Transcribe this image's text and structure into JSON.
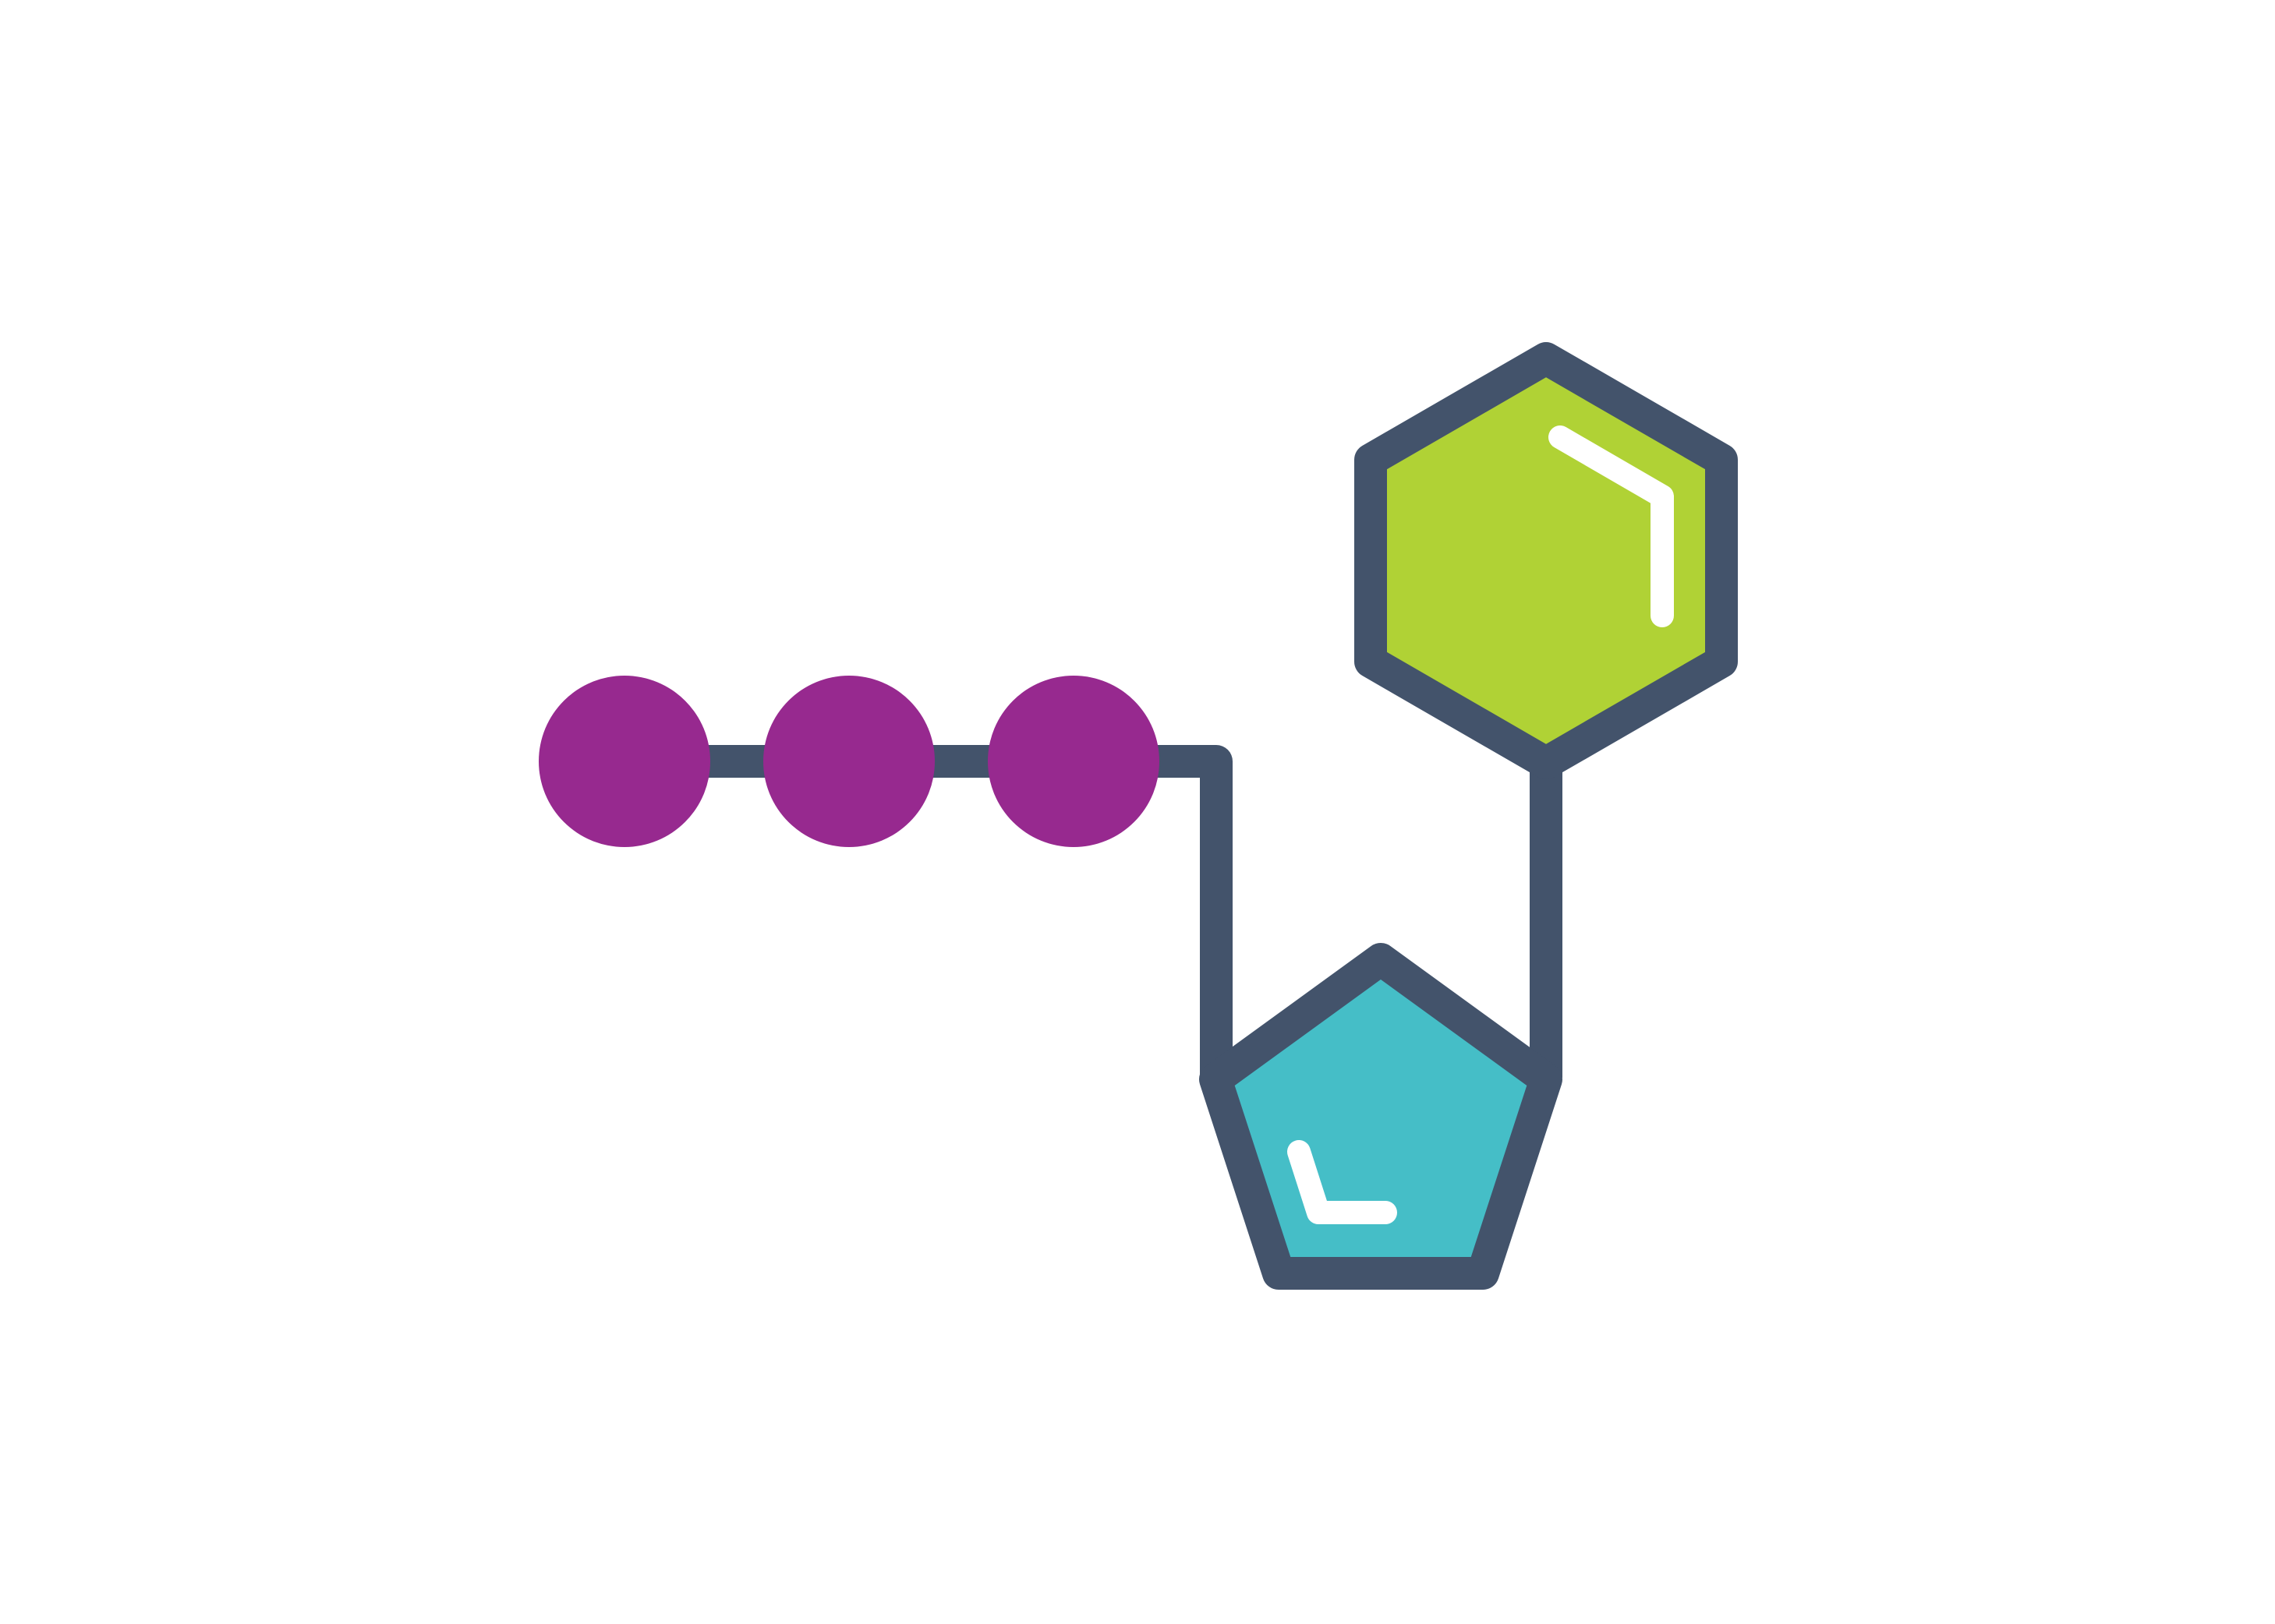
{
  "diagram": {
    "colors": {
      "background": "#ffffff",
      "stroke": "#43536b",
      "phosphate": "#97298f",
      "sugar": "#45bec7",
      "base": "#b0d235",
      "highlight": "#ffffff"
    },
    "nodes": [
      {
        "id": "phosphate-1",
        "shape": "circle"
      },
      {
        "id": "phosphate-2",
        "shape": "circle"
      },
      {
        "id": "phosphate-3",
        "shape": "circle"
      },
      {
        "id": "sugar-ring",
        "shape": "pentagon"
      },
      {
        "id": "base-ring",
        "shape": "hexagon"
      }
    ]
  }
}
